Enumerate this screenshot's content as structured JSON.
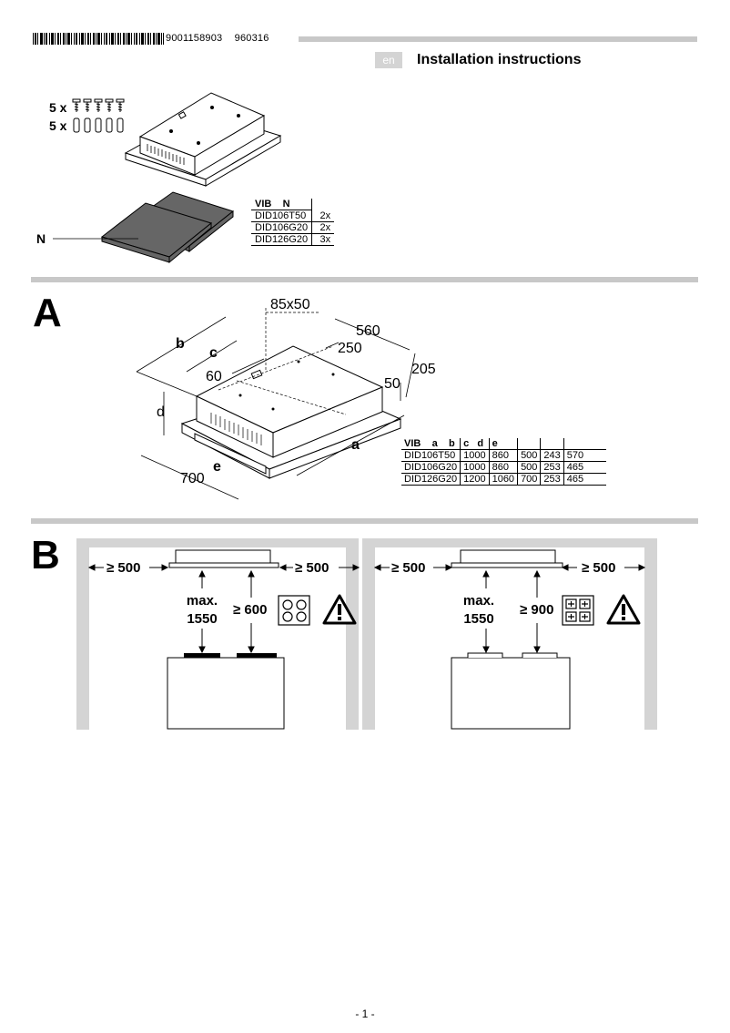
{
  "header": {
    "doc_number": "9001158903",
    "doc_date": "960316",
    "language_badge": "en",
    "title": "Installation instructions"
  },
  "parts": {
    "screws_label": "5 x",
    "plugs_label": "5 x",
    "filter_label": "N",
    "table": {
      "header": [
        "VIB",
        "N"
      ],
      "rows": [
        [
          "DID106T50",
          "2x"
        ],
        [
          "DID106G20",
          "2x"
        ],
        [
          "DID126G20",
          "3x"
        ]
      ]
    }
  },
  "section_a": {
    "letter": "A",
    "dims": {
      "cutout": "85x50",
      "d560": "560",
      "d250": "250",
      "d205": "205",
      "d50": "50",
      "d60": "60",
      "d700": "700",
      "b": "b",
      "c": "c",
      "d": "d",
      "e": "e",
      "a": "a"
    },
    "table": {
      "header": [
        "VIB",
        "a",
        "b",
        "c",
        "d",
        "e",
        "",
        "",
        ""
      ],
      "rows": [
        [
          "DID106T50",
          "1000",
          "860",
          "500",
          "243",
          "570"
        ],
        [
          "DID106G20",
          "1000",
          "860",
          "500",
          "253",
          "465"
        ],
        [
          "DID126G20",
          "1200",
          "1060",
          "700",
          "253",
          "465"
        ]
      ]
    }
  },
  "section_b": {
    "letter": "B",
    "left": {
      "side_left": "≥ 500",
      "side_right": "≥ 500",
      "max_label": "max.",
      "max_value": "1550",
      "min_value": "≥ 600"
    },
    "right": {
      "side_left": "≥ 500",
      "side_right": "≥ 500",
      "max_label": "max.",
      "max_value": "1550",
      "min_value": "≥ 900"
    }
  },
  "footer": {
    "page": "- 1 -"
  },
  "icons": [
    "barcode-icon",
    "screw-icon",
    "wall-plug-icon",
    "filter-pad-icon",
    "cooker-hood-drawing-icon",
    "electric-hob-icon",
    "gas-hob-icon",
    "warning-icon"
  ]
}
